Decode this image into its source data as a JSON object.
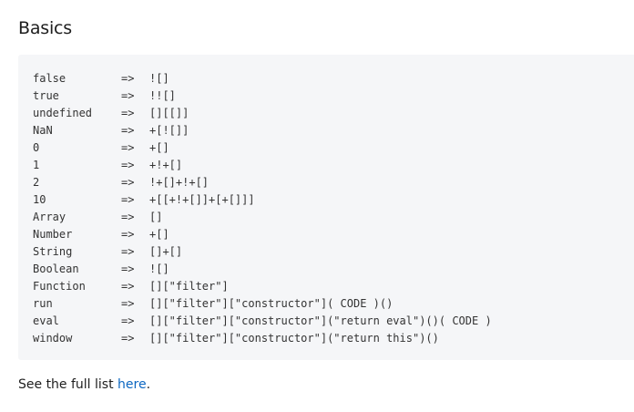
{
  "heading": "Basics",
  "code_block": {
    "lines": [
      {
        "name": "false",
        "arrow": "=>",
        "expr": "![]"
      },
      {
        "name": "true",
        "arrow": "=>",
        "expr": "!![]"
      },
      {
        "name": "undefined",
        "arrow": "=>",
        "expr": "[][[]]"
      },
      {
        "name": "NaN",
        "arrow": "=>",
        "expr": "+[![]]"
      },
      {
        "name": "0",
        "arrow": "=>",
        "expr": "+[]"
      },
      {
        "name": "1",
        "arrow": "=>",
        "expr": "+!+[]"
      },
      {
        "name": "2",
        "arrow": "=>",
        "expr": "!+[]+!+[]"
      },
      {
        "name": "10",
        "arrow": "=>",
        "expr": "+[[+!+[]]+[+[]]]"
      },
      {
        "name": "Array",
        "arrow": "=>",
        "expr": "[]"
      },
      {
        "name": "Number",
        "arrow": "=>",
        "expr": "+[]"
      },
      {
        "name": "String",
        "arrow": "=>",
        "expr": "[]+[]"
      },
      {
        "name": "Boolean",
        "arrow": "=>",
        "expr": "![]"
      },
      {
        "name": "Function",
        "arrow": "=>",
        "expr": "[][\"filter\"]"
      },
      {
        "name": "run",
        "arrow": "=>",
        "expr": "[][\"filter\"][\"constructor\"]( CODE )()"
      },
      {
        "name": "eval",
        "arrow": "=>",
        "expr": "[][\"filter\"][\"constructor\"](\"return eval\")()( CODE )"
      },
      {
        "name": "window",
        "arrow": "=>",
        "expr": "[][\"filter\"][\"constructor\"](\"return this\")()"
      }
    ]
  },
  "footer": {
    "prefix": "See the full list ",
    "link_text": "here",
    "suffix": "."
  },
  "colors": {
    "code_bg": "#f5f6f8",
    "link": "#0c67c2",
    "text": "#1e1e1e"
  }
}
